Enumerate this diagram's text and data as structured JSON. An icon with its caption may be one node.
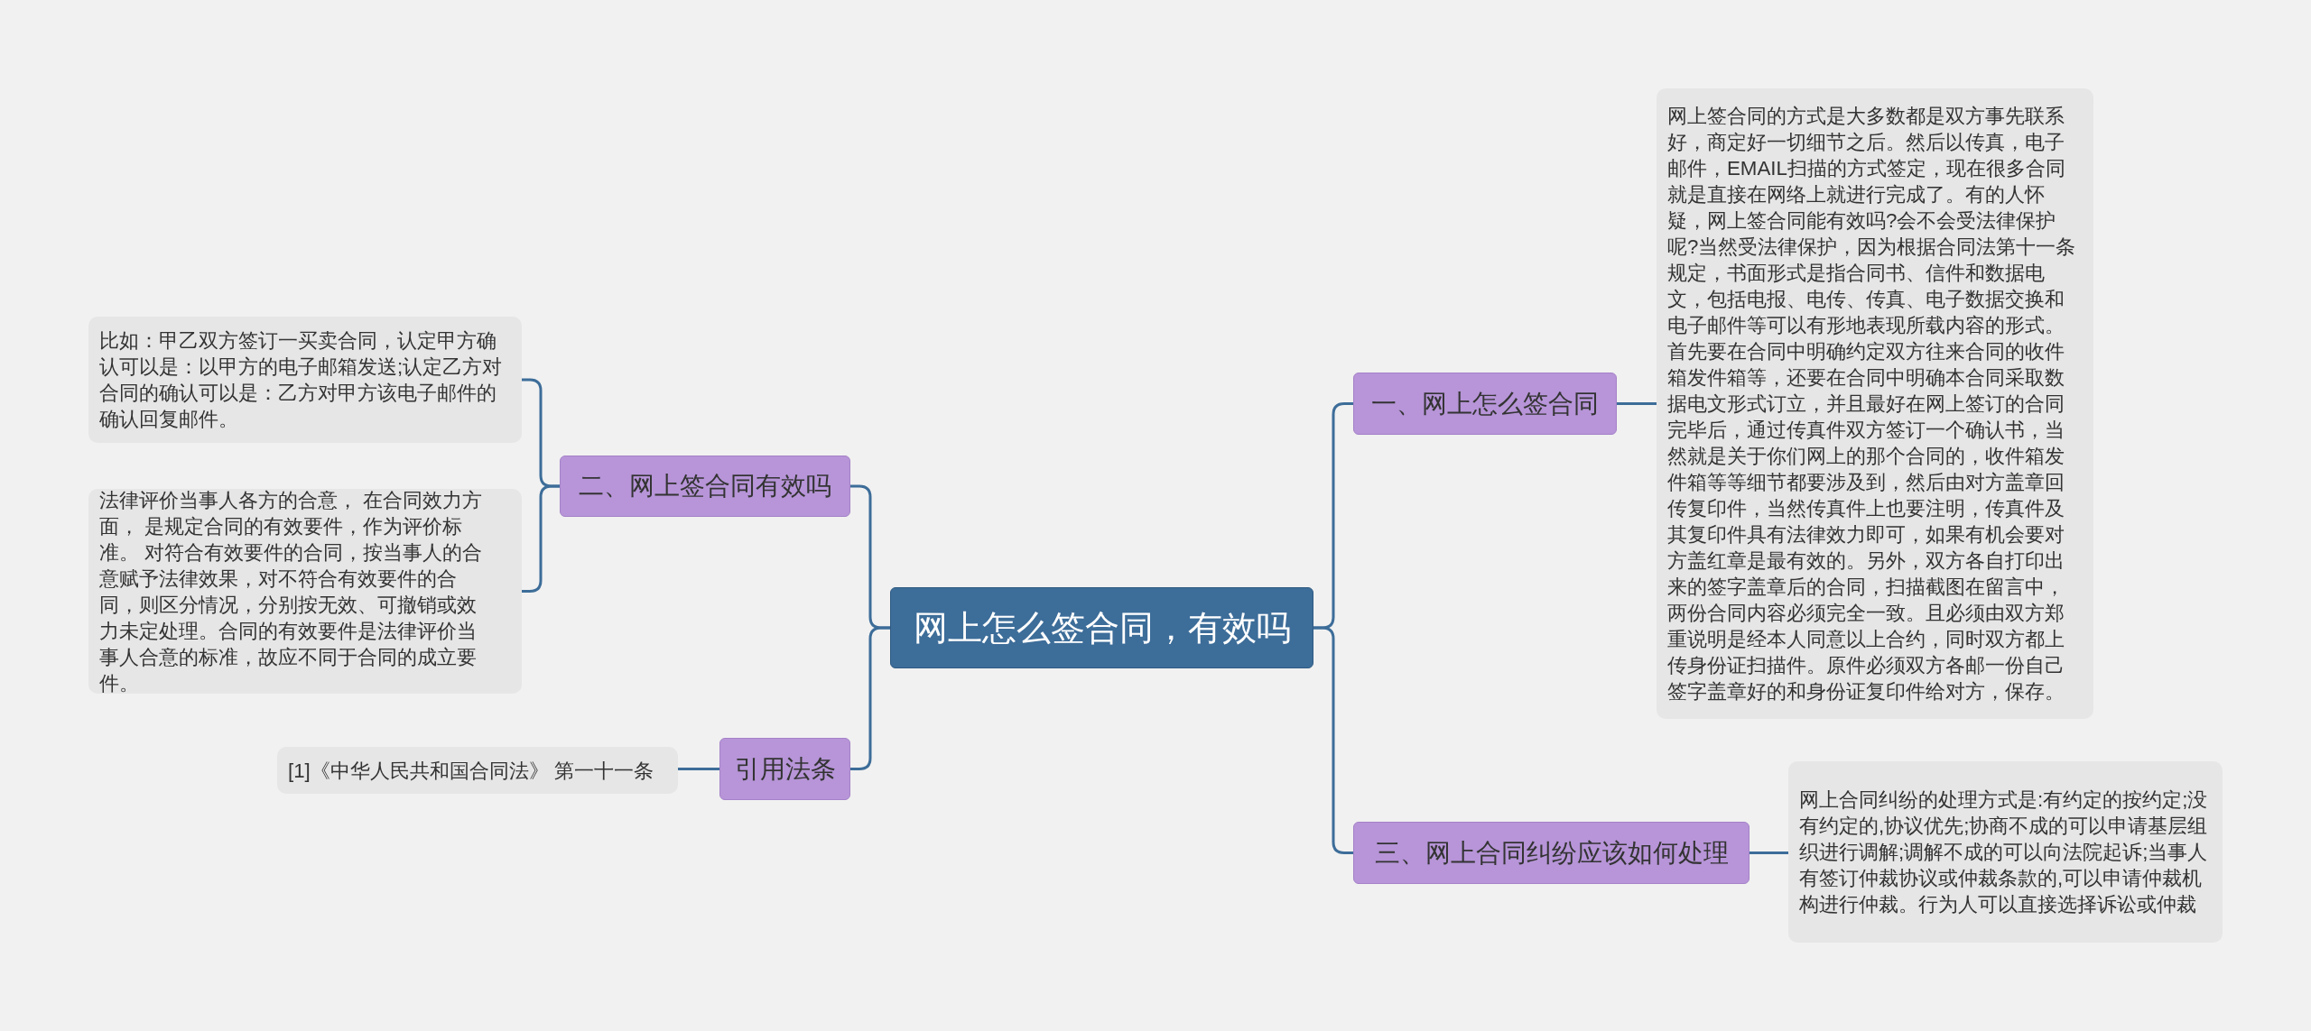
{
  "diagram": {
    "nodes": [
      {
        "text": [
          "网上怎么签合同，有效吗"
        ]
      },
      {
        "text": [
          "一、网上怎么签合同"
        ]
      },
      {
        "text": [
          "网上签合同的方式是大多数都是双方事先联系好，商定好一切细节之后。然后以传真，电子邮件，EMAIL扫描的方式签定，现在很多合同就是直接在网络上就进行完成了。有的人怀疑，网上签合同能有效吗?会不会受法律保护呢?当然受法律保护，因为根据合同法第十一条规定，书面形式是指合同书、信件和数据电文，包括电报、电传、传真、电子数据交换和电子邮件等可以有形地表现所载内容的形式。首先要在合同中明确约定双方往来合同的收件箱发件箱等，还要在合同中明确本合同采取数据电文形式订立，并且最好在网上签订的合同完毕后，通过传真件双方签订一个确认书，当然就是关于你们网上的那个合同的，收件箱发件箱等等细节都要涉及到，然后由对方盖章回传复印件，当然传真件上也要注明，传真件及其复印件具有法律效力即可，如果有机会要对方盖红章是最有效的。另外，双方各自打印出来的签字盖章后的合同，扫描截图在留言中，两份合同内容必须完全一致。且必须由双方郑重说明是经本人同意以上合约，同时双方都上传身份证扫描件。原件必须双方各邮一份自己签字盖章好的和身份证复印件给对方，保存。"
        ]
      },
      {
        "text": [
          "三、网上合同纠纷应该如何处理"
        ]
      },
      {
        "text": [
          "网上合同纠纷的处理方式是:有约定的按约定;没有约定的,协议优先;协商不成的可以申请基层组织进行调解;调解不成的可以向法院起诉;当事人有签订仲裁协议或仲裁条款的,可以申请仲裁机构进行仲裁。行为人可以直接选择诉讼或仲裁"
        ]
      },
      {
        "text": [
          "二、网上签合同有效吗"
        ]
      },
      {
        "text": [
          "比如：甲乙双方签订一买卖合同，认定甲方确认可以是：以甲方的电子邮箱发送;认定乙方对合同的确认可以是：乙方对甲方该电子邮件的确认回复邮件。"
        ]
      },
      {
        "text": [
          "法律评价当事人各方的合意， 在合同效力方面， 是规定合同的有效要件，作为评价标准。 对符合有效要件的合同，按当事人的合意赋予法律效果，对不符合有效要件的合同，则区分情况，分别按无效、可撤销或效力未定处理。合同的有效要件是法律评价当事人合意的标准，故应不同于合同的成立要件。"
        ]
      },
      {
        "text": [
          "引用法条"
        ]
      },
      {
        "text": [
          "[1]《中华人民共和国合同法》 第一十一条"
        ]
      }
    ],
    "edges": [
      {
        "from": 0,
        "to": 1,
        "arrow": "none"
      },
      {
        "from": 0,
        "to": 3,
        "arrow": "none"
      },
      {
        "from": 0,
        "to": 5,
        "arrow": "none"
      },
      {
        "from": 0,
        "to": 8,
        "arrow": "none"
      },
      {
        "from": 1,
        "to": 2,
        "arrow": "none"
      },
      {
        "from": 3,
        "to": 4,
        "arrow": "none"
      },
      {
        "from": 5,
        "to": 6,
        "arrow": "none"
      },
      {
        "from": 5,
        "to": 7,
        "arrow": "none"
      },
      {
        "from": 8,
        "to": 9,
        "arrow": "none"
      }
    ]
  }
}
